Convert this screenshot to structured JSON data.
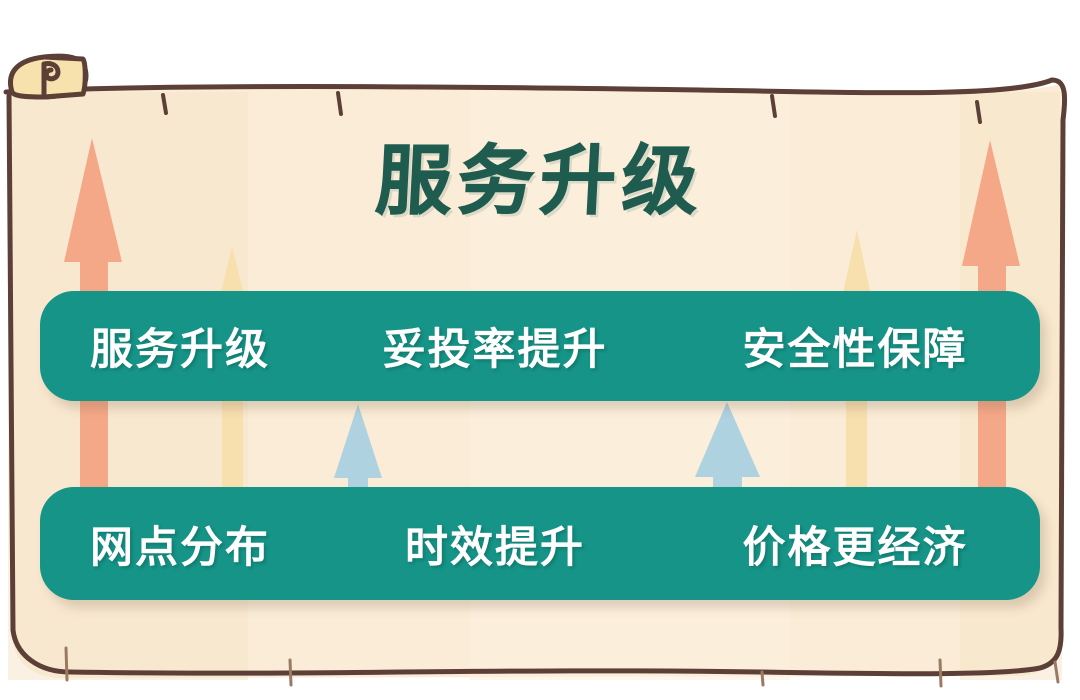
{
  "poster": {
    "title": "服务升级",
    "background_color": "#ffffff",
    "paper_color": "#f9ebd4",
    "paper_color_alt": "#f7e3c2",
    "paper_outline_color": "#5c4038",
    "roll_fill_color": "#f7e2ae",
    "accent_green": "#159487",
    "title_green": "#1f5c4f",
    "arrow_salmon": "#f4a887",
    "arrow_cream": "#f7dfae",
    "arrow_blue": "#aed2e0"
  },
  "bars": [
    {
      "name": "upper-bar",
      "color": "#159487",
      "items": [
        "服务升级",
        "妥投率提升",
        "安全性保障"
      ]
    },
    {
      "name": "lower-bar",
      "color": "#159487",
      "items": [
        "网点分布",
        "时效提升",
        "价格更经济"
      ]
    }
  ],
  "arrows": [
    {
      "id": "arrow-salmon-left",
      "color": "#f4a887",
      "type": "up-arrow"
    },
    {
      "id": "arrow-cream-left",
      "color": "#f7dfae",
      "type": "up-arrow"
    },
    {
      "id": "arrow-blue-left",
      "color": "#aed2e0",
      "type": "up-arrow"
    },
    {
      "id": "arrow-blue-right",
      "color": "#aed2e0",
      "type": "up-arrow"
    },
    {
      "id": "arrow-cream-right",
      "color": "#f7dfae",
      "type": "up-arrow"
    },
    {
      "id": "arrow-salmon-right",
      "color": "#f4a887",
      "type": "up-arrow"
    }
  ],
  "icons": {
    "scroll_roll": "scroll-roll-icon",
    "paper_fold_tick": "paper-fold-tick-icon"
  }
}
